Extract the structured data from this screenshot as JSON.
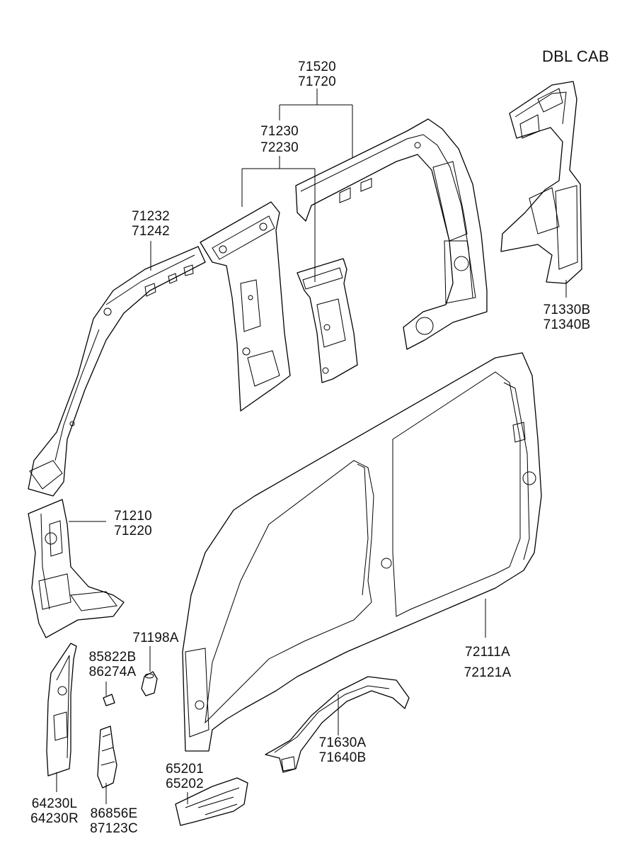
{
  "caption": "DBL CAB",
  "callouts": [
    {
      "id": "roof-rail",
      "codes": [
        "71520",
        "71720"
      ]
    },
    {
      "id": "center-pillar",
      "codes": [
        "71230",
        "72230"
      ]
    },
    {
      "id": "front-pillar-upper",
      "codes": [
        "71232",
        "71242"
      ]
    },
    {
      "id": "rear-panel-dbl-cab",
      "codes": [
        "71330B",
        "71340B"
      ]
    },
    {
      "id": "front-pillar-lower",
      "codes": [
        "71210",
        "71220"
      ]
    },
    {
      "id": "plug",
      "codes": [
        "71198A"
      ]
    },
    {
      "id": "side-outer-panel",
      "codes": [
        "72111A",
        "72121A"
      ]
    },
    {
      "id": "clip",
      "codes": [
        "85822B",
        "86274A"
      ]
    },
    {
      "id": "wheel-house",
      "codes": [
        "71630A",
        "71640B"
      ]
    },
    {
      "id": "cowl-side",
      "codes": [
        "64230L",
        "64230R"
      ]
    },
    {
      "id": "step-panel",
      "codes": [
        "65201",
        "65202"
      ]
    },
    {
      "id": "bracket",
      "codes": [
        "86856E",
        "87123C"
      ]
    }
  ]
}
